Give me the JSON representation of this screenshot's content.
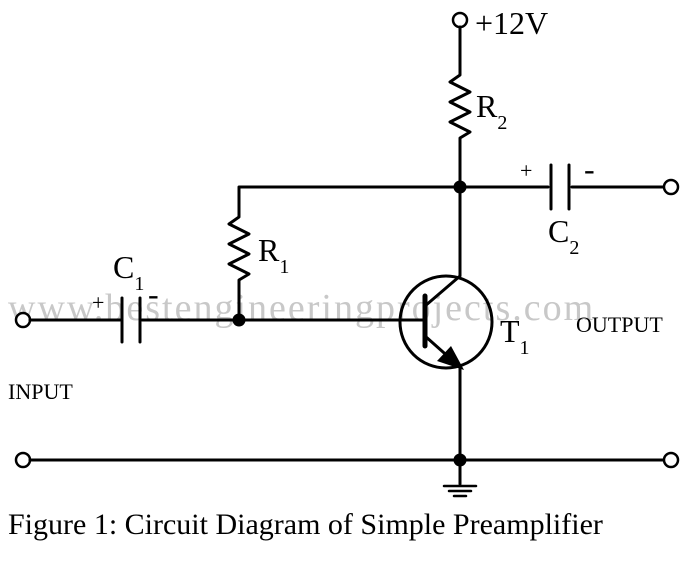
{
  "watermark": "www.bestengineeringprojects.com",
  "supply": {
    "label": "+12V"
  },
  "resistors": {
    "r1": {
      "letter": "R",
      "sub": "1"
    },
    "r2": {
      "letter": "R",
      "sub": "2"
    }
  },
  "capacitors": {
    "c1": {
      "letter": "C",
      "sub": "1",
      "plus": "+",
      "minus": "-"
    },
    "c2": {
      "letter": "C",
      "sub": "2",
      "plus": "+",
      "minus": "-"
    }
  },
  "transistor": {
    "letter": "T",
    "sub": "1"
  },
  "labels": {
    "input": "INPUT",
    "output": "OUTPUT"
  },
  "caption": "Figure 1: Circuit Diagram of Simple Preamplifier"
}
